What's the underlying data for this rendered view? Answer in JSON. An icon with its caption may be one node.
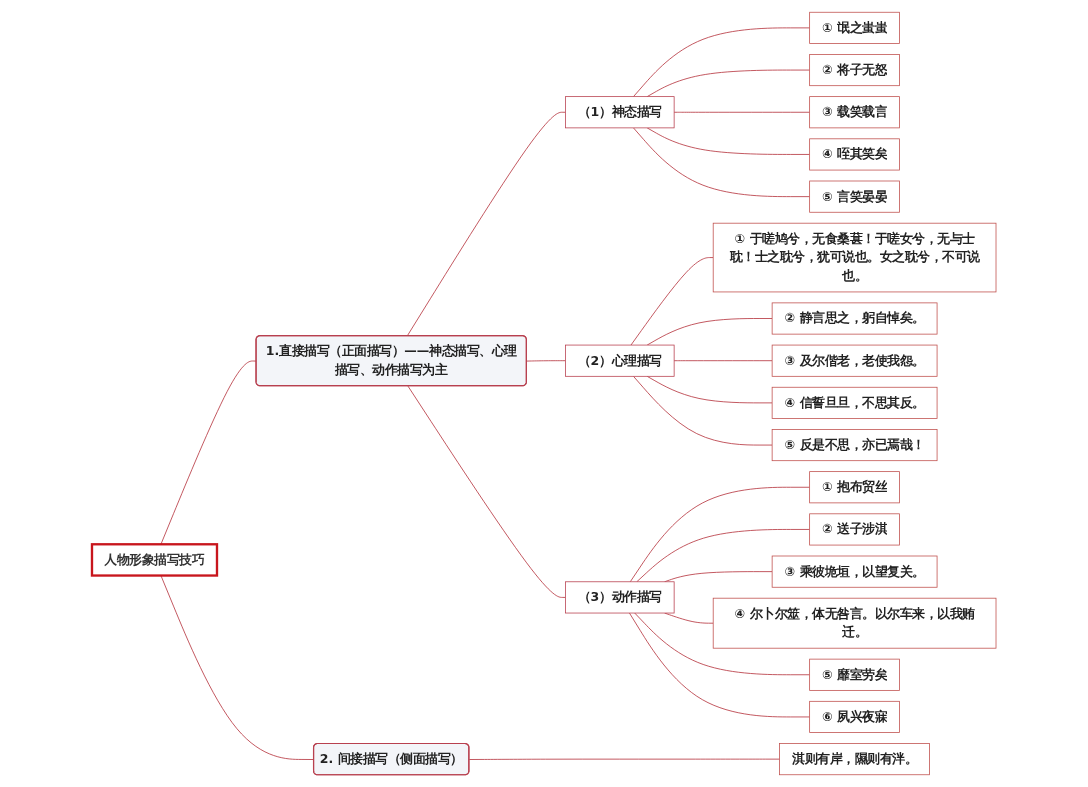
{
  "diagram": {
    "nodes": [
      {
        "text": [
          "人物形象描写技巧"
        ]
      },
      {
        "text": [
          "1.直接描写（正面描写）——神态描写、心理描写、动作描写为主"
        ]
      },
      {
        "text": [
          "（1）神态描写"
        ]
      },
      {
        "text": [
          "① 氓之蚩蚩"
        ]
      },
      {
        "text": [
          "② 将子无怒"
        ]
      },
      {
        "text": [
          "③ 载笑载言"
        ]
      },
      {
        "text": [
          "④ 咥其笑矣"
        ]
      },
      {
        "text": [
          "⑤ 言笑晏晏"
        ]
      },
      {
        "text": [
          "（2）心理描写"
        ]
      },
      {
        "text": [
          "① 于嗟鸠兮，无食桑葚！于嗟女兮，无与士耽！士之耽兮，犹可说也。女之耽兮，不可说也。"
        ]
      },
      {
        "text": [
          "② 静言思之，躬自悼矣。"
        ]
      },
      {
        "text": [
          "③ 及尔偕老，老使我怨。"
        ]
      },
      {
        "text": [
          "④ 信誓旦旦，不思其反。"
        ]
      },
      {
        "text": [
          "⑤ 反是不思，亦已焉哉！"
        ]
      },
      {
        "text": [
          "（3）动作描写"
        ]
      },
      {
        "text": [
          "① 抱布贸丝"
        ]
      },
      {
        "text": [
          "② 送子涉淇"
        ]
      },
      {
        "text": [
          "③ 乘彼垝垣，以望复关。"
        ]
      },
      {
        "text": [
          "④ 尔卜尔筮，体无咎言。以尔车来，以我贿迁。"
        ]
      },
      {
        "text": [
          "⑤ 靡室劳矣"
        ]
      },
      {
        "text": [
          "⑥ 夙兴夜寐"
        ]
      },
      {
        "text": [
          "2. 间接描写（侧面描写）"
        ]
      },
      {
        "text": [
          "淇则有岸，隰则有泮。"
        ]
      }
    ],
    "edges": [
      {
        "from": 0,
        "to": 1,
        "arrow": "none"
      },
      {
        "from": 1,
        "to": 2,
        "arrow": "none"
      },
      {
        "from": 2,
        "to": 3,
        "arrow": "none"
      },
      {
        "from": 2,
        "to": 4,
        "arrow": "none"
      },
      {
        "from": 2,
        "to": 5,
        "arrow": "none"
      },
      {
        "from": 2,
        "to": 6,
        "arrow": "none"
      },
      {
        "from": 2,
        "to": 7,
        "arrow": "none"
      },
      {
        "from": 1,
        "to": 8,
        "arrow": "none"
      },
      {
        "from": 8,
        "to": 9,
        "arrow": "none"
      },
      {
        "from": 8,
        "to": 10,
        "arrow": "none"
      },
      {
        "from": 8,
        "to": 11,
        "arrow": "none"
      },
      {
        "from": 8,
        "to": 12,
        "arrow": "none"
      },
      {
        "from": 8,
        "to": 13,
        "arrow": "none"
      },
      {
        "from": 1,
        "to": 14,
        "arrow": "none"
      },
      {
        "from": 14,
        "to": 15,
        "arrow": "none"
      },
      {
        "from": 14,
        "to": 16,
        "arrow": "none"
      },
      {
        "from": 14,
        "to": 17,
        "arrow": "none"
      },
      {
        "from": 14,
        "to": 18,
        "arrow": "none"
      },
      {
        "from": 14,
        "to": 19,
        "arrow": "none"
      },
      {
        "from": 14,
        "to": 20,
        "arrow": "none"
      },
      {
        "from": 0,
        "to": 21,
        "arrow": "none"
      },
      {
        "from": 21,
        "to": 22,
        "arrow": "none"
      }
    ]
  }
}
